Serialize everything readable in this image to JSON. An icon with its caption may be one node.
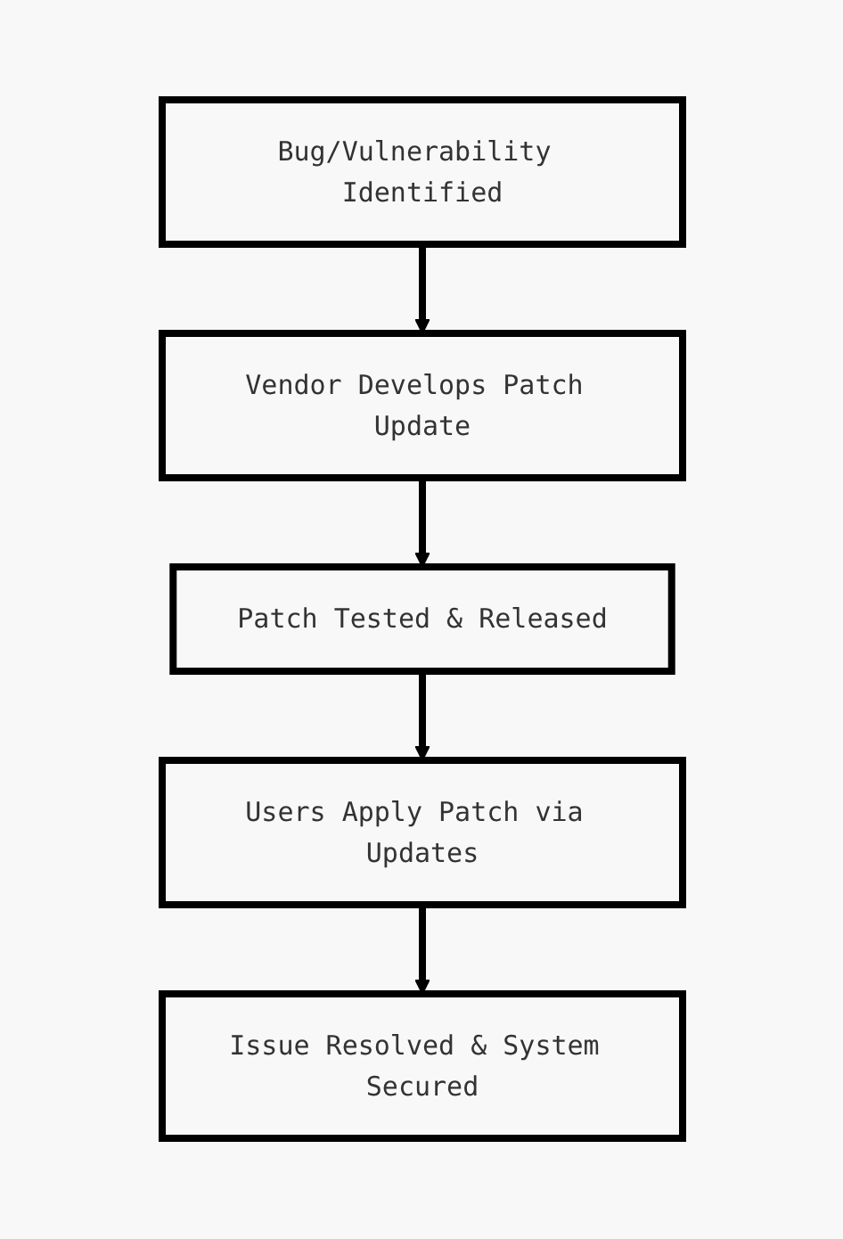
{
  "diagram": {
    "nodes": [
      {
        "text": [
          "Bug/Vulnerability Identified"
        ]
      },
      {
        "text": [
          "Vendor Develops Patch Update"
        ]
      },
      {
        "text": [
          "Patch Tested & Released"
        ]
      },
      {
        "text": [
          "Users Apply Patch via Updates"
        ]
      },
      {
        "text": [
          "Issue Resolved & System Secured"
        ]
      }
    ],
    "edges": [
      {
        "from": 0,
        "to": 1,
        "arrow": "to"
      },
      {
        "from": 1,
        "to": 2,
        "arrow": "to"
      },
      {
        "from": 2,
        "to": 3,
        "arrow": "to"
      },
      {
        "from": 3,
        "to": 4,
        "arrow": "to"
      }
    ]
  }
}
